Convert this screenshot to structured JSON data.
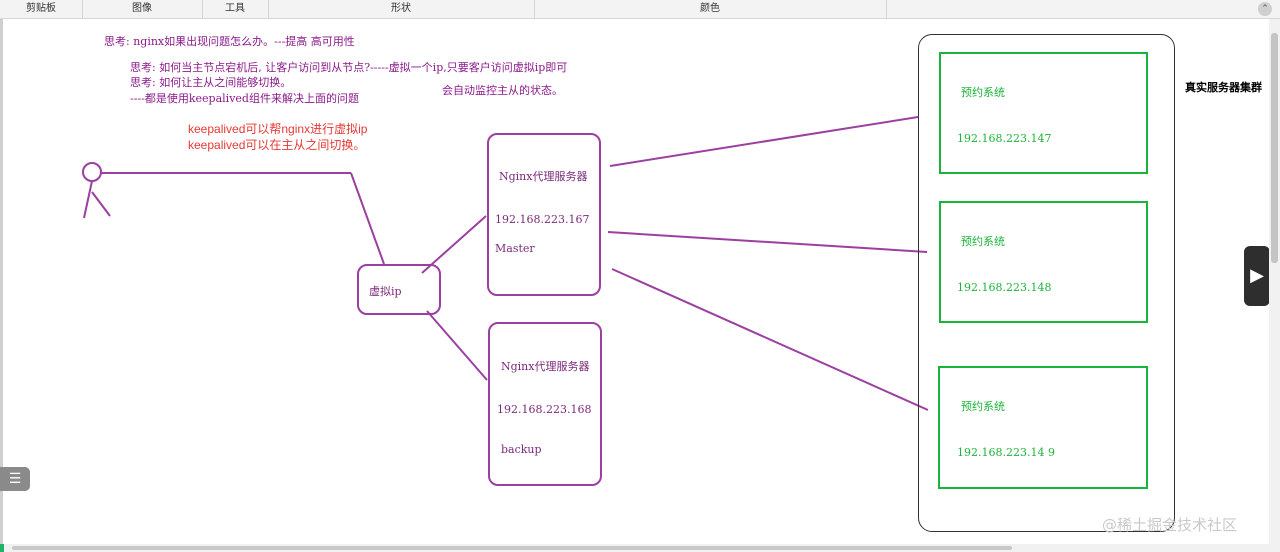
{
  "ribbon": {
    "sections": [
      "剪贴板",
      "图像",
      "工具",
      "形状",
      "颜色"
    ],
    "collapse_icon": "chevron-up-icon"
  },
  "notes": {
    "q1": "思考: nginx如果出现问题怎么办。---提高 高可用性",
    "q2": "思考: 如何当主节点宕机后, 让客户访问到从节点?-----虚拟一个ip,只要客户访问虚拟ip即可",
    "q3": "思考: 如何让主从之间能够切换。",
    "q3b": "会自动监控主从的状态。",
    "q4": "----都是使用keepalived组件来解决上面的问题"
  },
  "red_notes": {
    "line1": "keepalived可以帮nginx进行虚拟ip",
    "line2": "keepalived可以在主从之间切换。"
  },
  "virtual_ip": {
    "label": "虚拟ip"
  },
  "nginx_master": {
    "title": "Nginx代理服务器",
    "ip": "192.168.223.167",
    "role": "Master"
  },
  "nginx_backup": {
    "title": "Nginx代理服务器",
    "ip": "192.168.223.168",
    "role": "backup"
  },
  "cluster": {
    "title": "真实服务器集群",
    "servers": [
      {
        "name": "预约系统",
        "ip": "192.168.223.147"
      },
      {
        "name": "预约系统",
        "ip": "192.168.223.148"
      },
      {
        "name": "预约系统",
        "ip": "192.168.223.14 9"
      }
    ]
  },
  "watermark": "@稀土掘金技术社区",
  "colors": {
    "purple": "#9b3fa0",
    "green": "#18b43c",
    "red": "#e53935"
  }
}
